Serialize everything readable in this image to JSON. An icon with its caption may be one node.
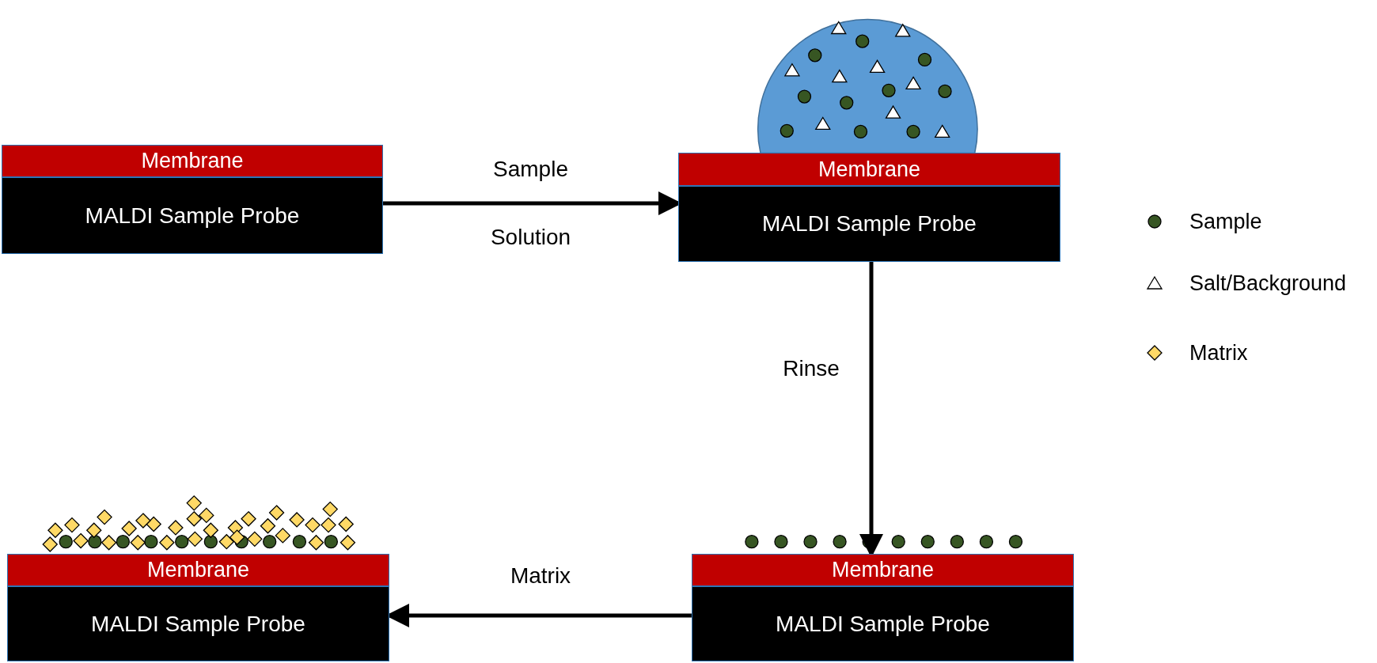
{
  "diagram": {
    "nodes": [
      {
        "text": [
          "Membrane"
        ]
      },
      {
        "text": [
          "MALDI Sample Probe"
        ]
      },
      {
        "text": [
          "Membrane"
        ]
      },
      {
        "text": [
          "MALDI Sample Probe"
        ]
      },
      {
        "text": [
          "Membrane"
        ]
      },
      {
        "text": [
          "MALDI Sample Probe"
        ]
      },
      {
        "text": [
          "Membrane"
        ]
      },
      {
        "text": [
          "MALDI Sample Probe"
        ]
      }
    ],
    "edges": [
      {
        "from": 1,
        "to": 3,
        "arrow": "to",
        "label": "Sample Solution"
      },
      {
        "from": 3,
        "to": 6,
        "arrow": "to",
        "label": "Rinse"
      },
      {
        "from": 7,
        "to": 5,
        "arrow": "to",
        "label": "Matrix"
      }
    ],
    "legend": [
      {
        "text": "Sample"
      },
      {
        "text": "Salt/Background"
      },
      {
        "text": "Matrix"
      }
    ]
  }
}
